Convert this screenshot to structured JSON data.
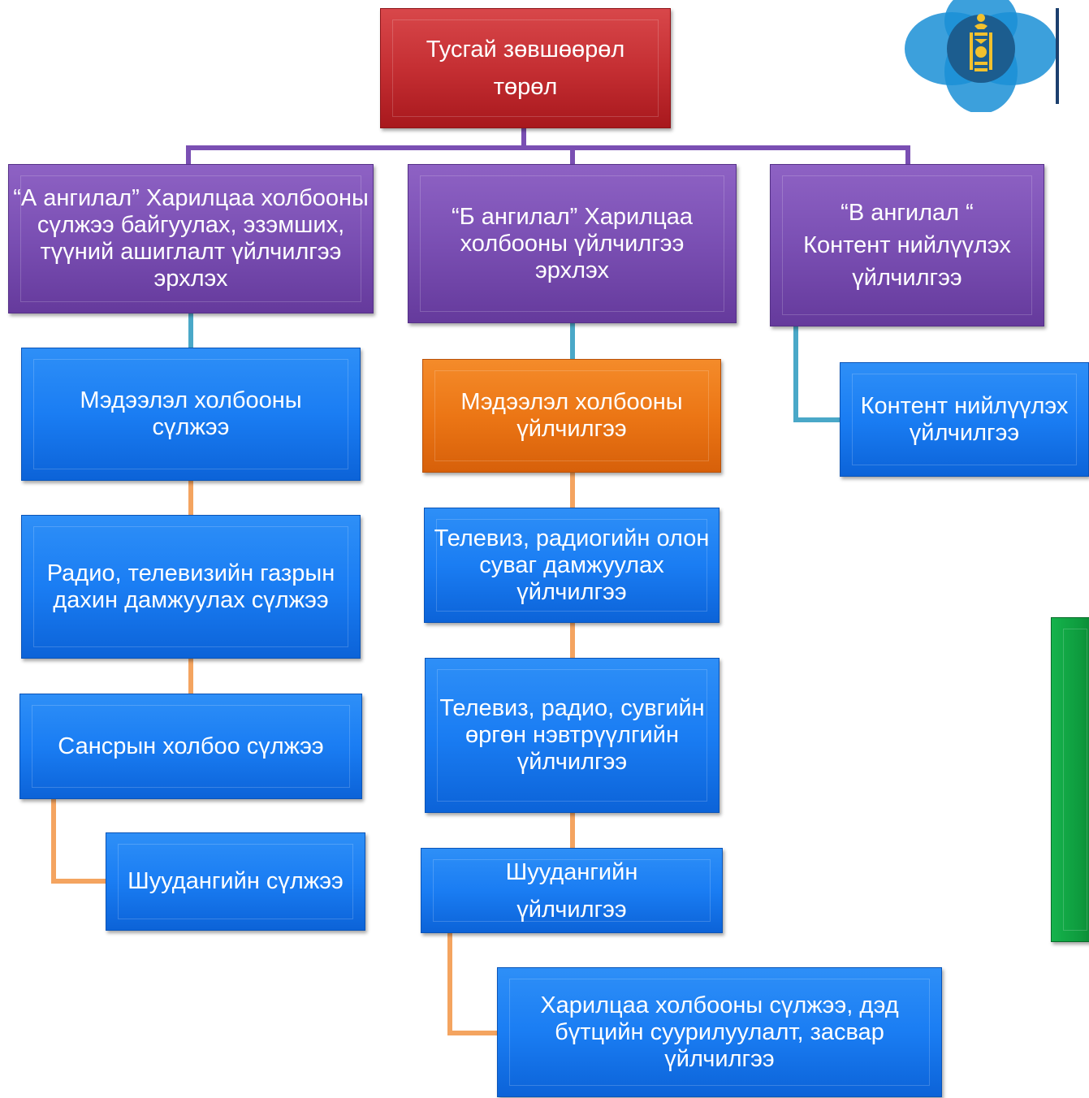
{
  "colors": {
    "root": "#c52f33",
    "category": "#7a4fb3",
    "service": "#1a7df3",
    "highlight": "#ec7615",
    "side_panel": "#0e9b3e",
    "connector_top": "#7a4fb3",
    "connector_teal": "#4aa8c8",
    "connector_orange": "#f4a460"
  },
  "root": {
    "label": "Тусгай зөвшөөрөл\nтөрөл"
  },
  "categories": [
    {
      "label": "“А ангилал” Харилцаа холбооны сүлжээ байгуулах, эзэмших, түүний ашиглалт үйлчилгээ эрхлэх",
      "items": [
        "Мэдээлэл холбооны сүлжээ",
        "Радио, телевизийн газрын дахин дамжуулах сүлжээ",
        "Сансрын холбоо сүлжээ",
        "Шуудангийн сүлжээ"
      ]
    },
    {
      "label": "“Б ангилал” Харилцаа холбооны үйлчилгээ эрхлэх",
      "items": [
        "Мэдээлэл холбооны үйлчилгээ",
        "Телевиз, радиогийн олон суваг дамжуулах үйлчилгээ",
        "Телевиз, радио, сувгийн өргөн нэвтрүүлгийн үйлчилгээ",
        "Шуудангийн\nүйлчилгээ",
        "Харилцаа холбооны сүлжээ, дэд бүтцийн суурилуулалт, засвар үйлчилгээ"
      ]
    },
    {
      "label": "“В ангилал “\nКонтент нийлүүлэх үйлчилгээ",
      "items": [
        "Контент нийлүүлэх үйлчилгээ"
      ]
    }
  ],
  "side_panel": {
    "label": ""
  }
}
